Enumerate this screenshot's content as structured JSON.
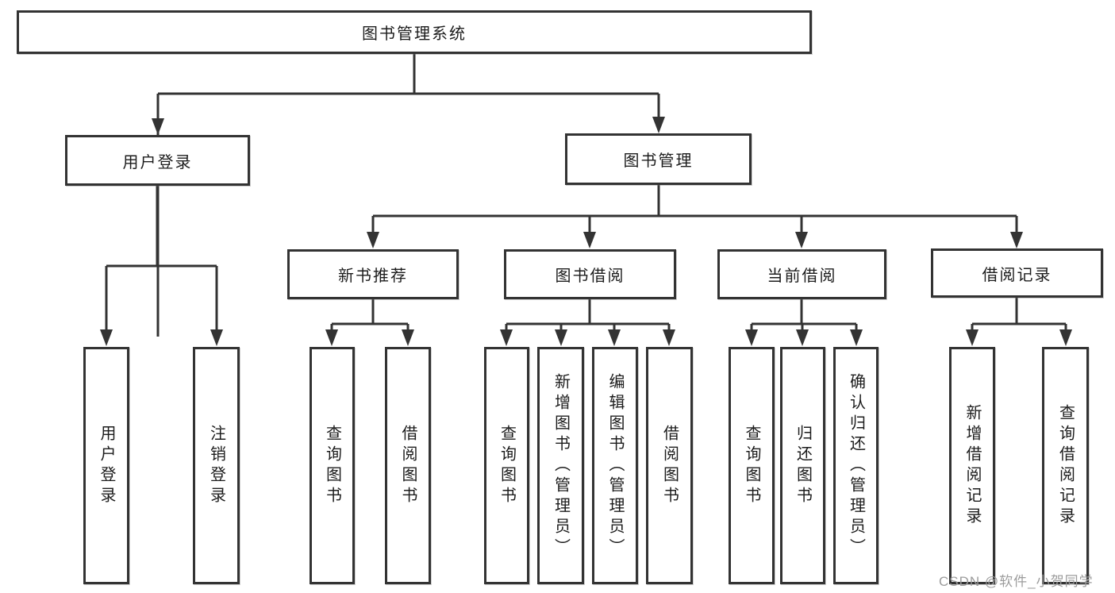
{
  "diagram": {
    "title_node": {
      "label": "图书管理系统"
    },
    "level2": [
      {
        "label": "用户登录"
      },
      {
        "label": "图书管理"
      }
    ],
    "level3": [
      {
        "label": "新书推荐"
      },
      {
        "label": "图书借阅"
      },
      {
        "label": "当前借阅"
      },
      {
        "label": "借阅记录"
      }
    ],
    "leaves": [
      {
        "label": "用户登录",
        "parent": "用户登录"
      },
      {
        "label": "注销登录",
        "parent": "用户登录"
      },
      {
        "label": "查询图书",
        "parent": "新书推荐"
      },
      {
        "label": "借阅图书",
        "parent": "新书推荐"
      },
      {
        "label": "查询图书",
        "parent": "图书借阅"
      },
      {
        "label": "新增图书（管理员）",
        "parent": "图书借阅"
      },
      {
        "label": "编辑图书（管理员）",
        "parent": "图书借阅"
      },
      {
        "label": "借阅图书",
        "parent": "图书借阅"
      },
      {
        "label": "查询图书",
        "parent": "当前借阅"
      },
      {
        "label": "归还图书",
        "parent": "当前借阅"
      },
      {
        "label": "确认归还（管理员）",
        "parent": "当前借阅"
      },
      {
        "label": "新增借阅记录",
        "parent": "借阅记录"
      },
      {
        "label": "查询借阅记录",
        "parent": "借阅记录"
      }
    ],
    "colors": {
      "line": "#333333",
      "box_border": "#333333",
      "box_fill": "#ffffff",
      "text": "#1c1c1c",
      "watermark": "#9c9c9c"
    }
  },
  "watermark": {
    "text": "CSDN @软件_小贺同学"
  }
}
